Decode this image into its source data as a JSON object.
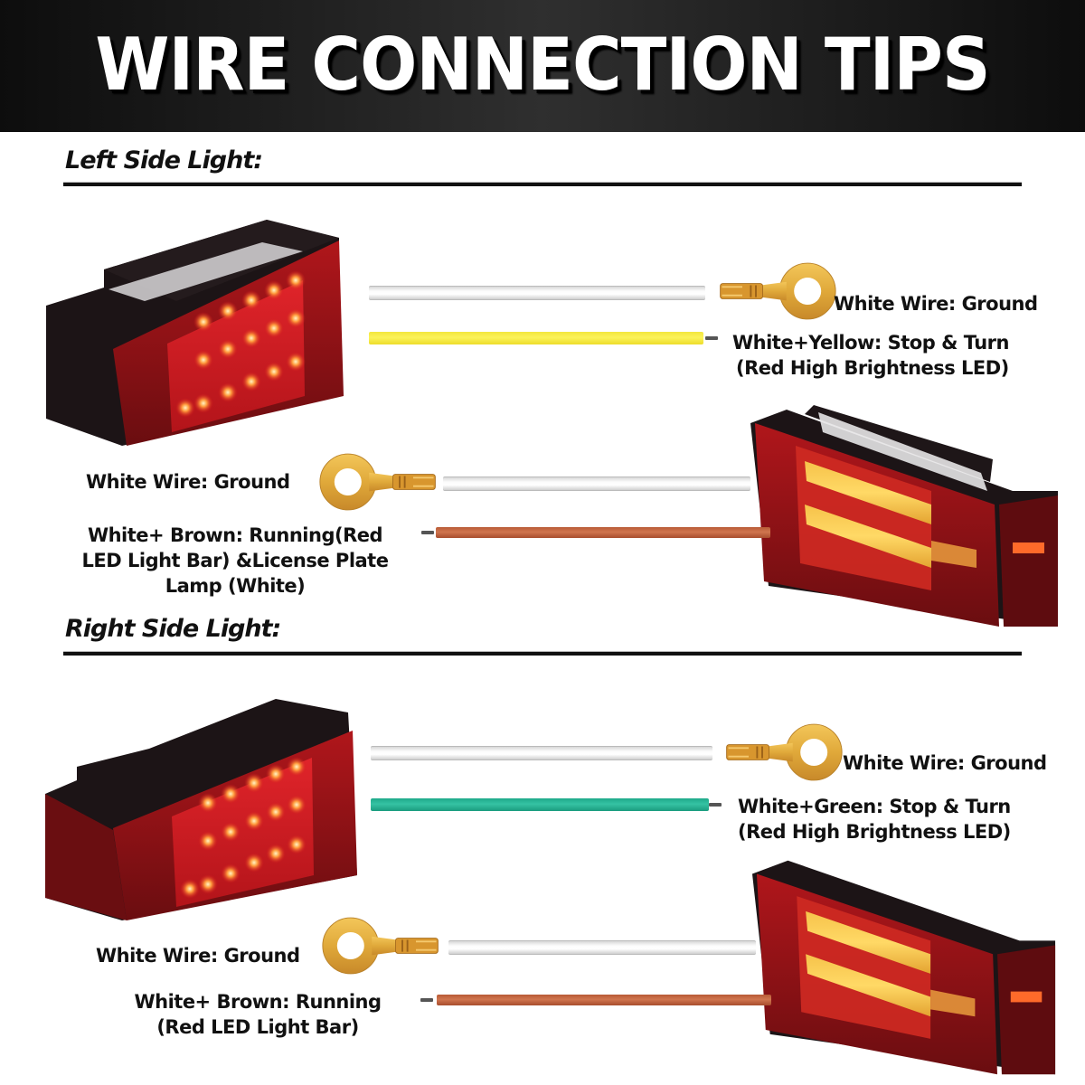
{
  "header": {
    "title": "WIRE CONNECTION TIPS"
  },
  "sections": [
    {
      "title": "Left Side Light:",
      "top_diagram": {
        "ground_label": "White Wire: Ground",
        "signal_label_line1": "White+Yellow: Stop & Turn",
        "signal_label_line2": "(Red High Brightness LED)",
        "signal_wire_color": "#f7ec4a"
      },
      "bottom_diagram": {
        "ground_label": "White Wire: Ground",
        "signal_label_line1": "White+ Brown: Running(Red",
        "signal_label_line2": "LED Light Bar) &License Plate",
        "signal_label_line3": "Lamp (White)",
        "signal_wire_color": "#c0653f"
      }
    },
    {
      "title": "Right Side Light:",
      "top_diagram": {
        "ground_label": "White Wire: Ground",
        "signal_label_line1": "White+Green: Stop & Turn",
        "signal_label_line2": "(Red High Brightness LED)",
        "signal_wire_color": "#2bb496"
      },
      "bottom_diagram": {
        "ground_label": "White Wire: Ground",
        "signal_label_line1": "White+ Brown: Running",
        "signal_label_line2": "(Red LED Light Bar)",
        "signal_wire_color": "#c0653f"
      }
    }
  ],
  "icons": {
    "ring_terminal": "ring-terminal-icon",
    "tail_light_led_dots": "tail-light-led-icon",
    "tail_light_led_bar": "tail-light-bar-icon"
  }
}
